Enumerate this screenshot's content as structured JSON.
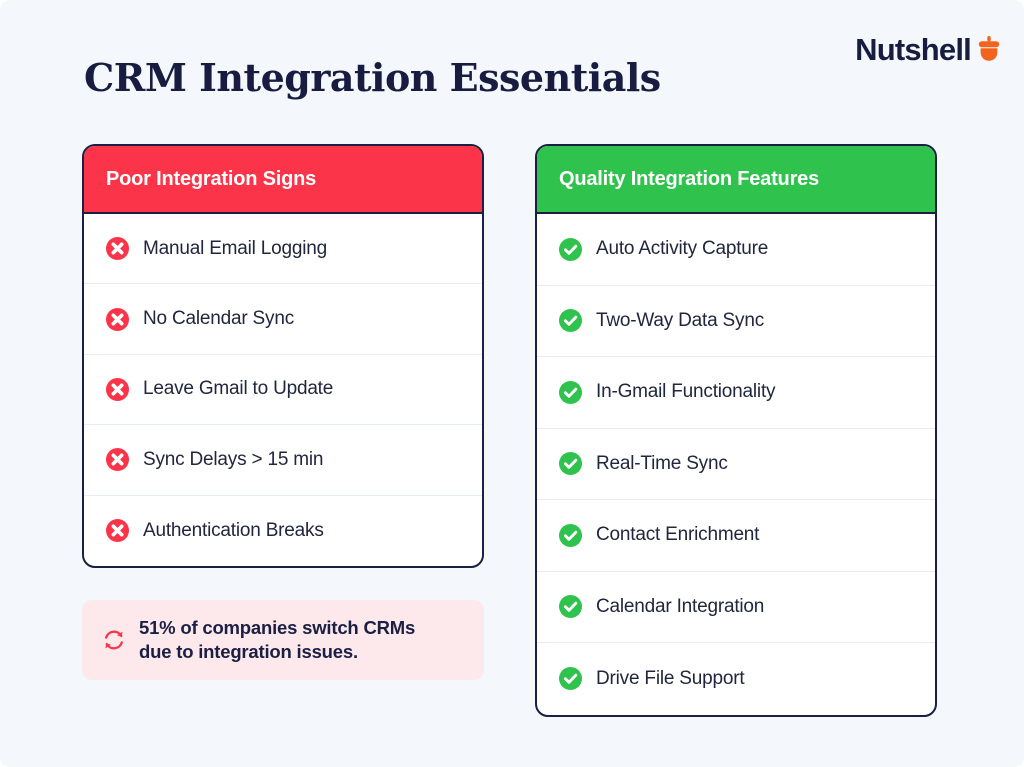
{
  "header": {
    "title": "CRM Integration Essentials",
    "brand_name": "Nutshell",
    "brand_icon": "acorn-icon"
  },
  "colors": {
    "background": "#f4f8fc",
    "navy": "#181c41",
    "bad_header": "#fb3449",
    "good_header": "#2fc24d",
    "note_background": "#fde9ec",
    "accent_orange": "#f2641e",
    "divider": "#e4ecf8"
  },
  "cards": [
    {
      "id": "poor-integration-signs",
      "header": "Poor Integration Signs",
      "tone": "bad",
      "icon": "x-circle-icon",
      "items": [
        "Manual Email Logging",
        "No Calendar Sync",
        "Leave Gmail to Update",
        "Sync Delays > 15 min",
        "Authentication Breaks"
      ]
    },
    {
      "id": "quality-integration-features",
      "header": "Quality Integration Features",
      "tone": "good",
      "icon": "check-circle-icon",
      "items": [
        "Auto Activity Capture",
        "Two-Way Data Sync",
        "In-Gmail Functionality",
        "Real-Time Sync",
        "Contact Enrichment",
        "Calendar Integration",
        "Drive File Support"
      ]
    }
  ],
  "note": {
    "icon": "sync-refresh-icon",
    "line1": "51% of companies switch CRMs",
    "line2": "due to integration issues."
  }
}
